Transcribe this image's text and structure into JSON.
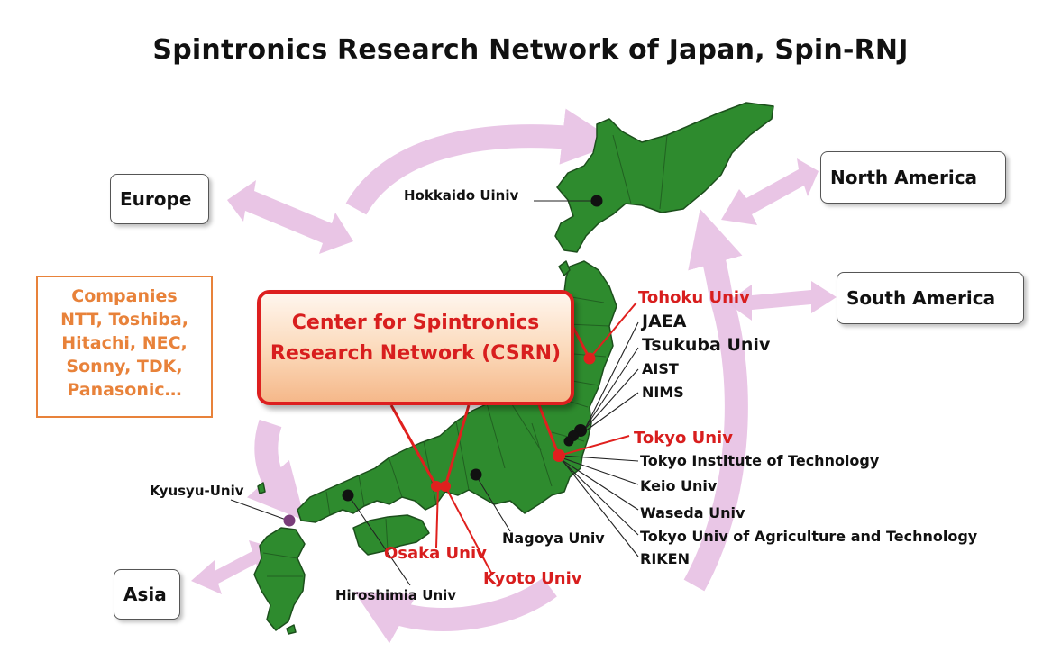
{
  "title": "Spintronics Research Network of Japan, Spin-RNJ",
  "regions": {
    "europe": "Europe",
    "north_america": "North America",
    "south_america": "South America",
    "asia": "Asia"
  },
  "companies": {
    "lines": [
      "Companies",
      "NTT, Toshiba,",
      "Hitachi, NEC,",
      "Sonny, TDK,",
      "Panasonic…"
    ]
  },
  "center": {
    "lines": [
      "Center for Spintronics",
      "Research Network (CSRN)"
    ]
  },
  "institutions": {
    "hokkaido": "Hokkaido  Uiniv",
    "tohoku": "Tohoku Univ",
    "jaea": "JAEA",
    "tsukuba": "Tsukuba Univ",
    "aist": "AIST",
    "nims": "NIMS",
    "tokyo": "Tokyo Univ",
    "tokyo_tech": "Tokyo  Institute  of Technology",
    "keio": "Keio Univ",
    "waseda": "Waseda  Univ",
    "tuat": "Tokyo Univ of Agriculture  and Technology",
    "riken": "RIKEN",
    "nagoya": "Nagoya Univ",
    "osaka": "Osaka Univ",
    "kyoto": "Kyoto Univ",
    "hiroshima": "Hiroshimia  Univ",
    "kyusyu": "Kyusyu-Univ"
  },
  "colors": {
    "map_fill": "#2e8b2e",
    "map_stroke": "#1c4f1c",
    "arrow": "#e8c2e4",
    "csrn_border": "#dd1f1f",
    "csrn_text": "#d81e1e",
    "companies": "#e8823a",
    "node_black": "#111111",
    "node_red": "#e0201e"
  }
}
